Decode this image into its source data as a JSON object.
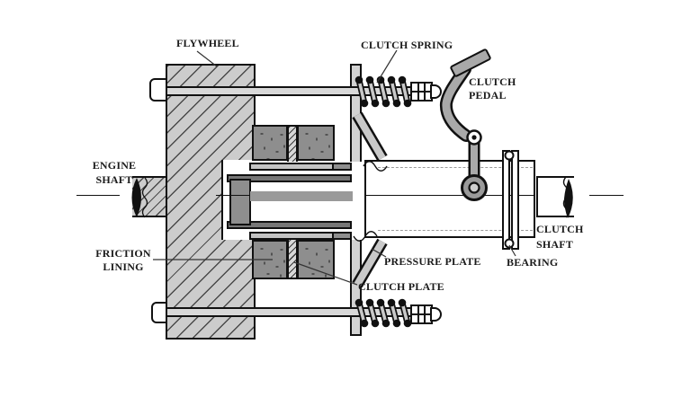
{
  "labels": {
    "flywheel": {
      "text": "FLYWHEEL"
    },
    "clutch_spring": {
      "text": "CLUTCH SPRING"
    },
    "clutch_pedal": {
      "line1": "CLUTCH",
      "line2": "PEDAL"
    },
    "engine_shaft": {
      "line1": "ENGINE",
      "line2": "SHAFT"
    },
    "friction_lining": {
      "line1": "FRICTION",
      "line2": "LINING"
    },
    "pressure_plate": {
      "text": "PRESSURE PLATE"
    },
    "clutch_plate": {
      "text": "CLUTCH PLATE"
    },
    "bearing": {
      "text": "BEARING"
    },
    "clutch_shaft": {
      "line1": "CLUTCH",
      "line2": "SHAFT"
    }
  },
  "colors": {
    "background": "#ffffff",
    "line": "#111111",
    "hatch_line": "#4a4a4a",
    "flywheel_fill": "#cccccc",
    "friction_fill": "#8e8e8e",
    "metal_light": "#d2d2d2",
    "metal_mid": "#a9a9a9",
    "shaft_gray": "#9a9a9a"
  }
}
